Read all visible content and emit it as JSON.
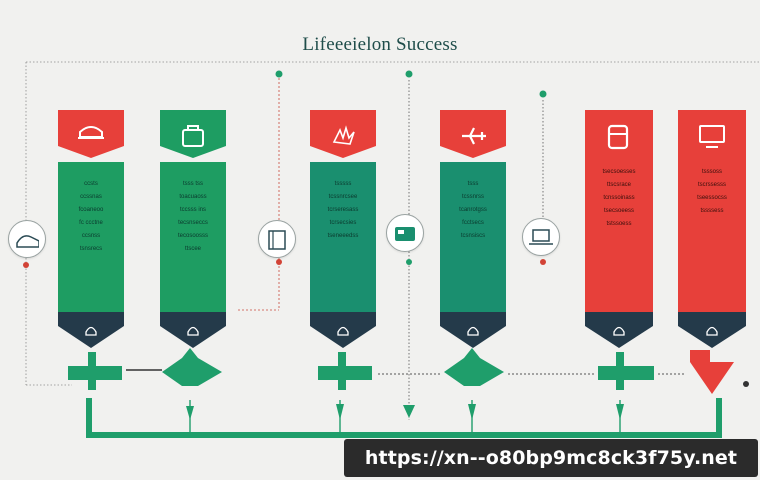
{
  "title": "Lifeeeielon Success",
  "watermark_url": "https://xn--o80bp9mc8ck3f75y.net",
  "colors": {
    "green": "#1e9d62",
    "teal": "#1a8f6f",
    "red": "#e7403a",
    "navy": "#243a4a",
    "line": "#1f9e6b"
  },
  "stages": [
    {
      "color": "green",
      "head_icon": "helmet-icon",
      "lines": [
        "ccsts",
        "ccssnas",
        "fcoaneoo",
        "fc ccctne",
        "ccsnss",
        "tsnsrecs"
      ]
    },
    {
      "color": "green",
      "head_icon": "bag-icon",
      "lines": [
        "tsss tss",
        "toacuaoss",
        "tccsss ins",
        "tecsnseccs",
        "tecosoosss",
        "ttscee"
      ]
    },
    {
      "color": "teal",
      "head_icon": "hands-icon",
      "lines": [
        "tsssss",
        "tcssnrcsee",
        "tcrseresass",
        "tcrsecsies",
        "tseneeedss"
      ]
    },
    {
      "color": "teal",
      "head_icon": "plane-icon",
      "lines": [
        "tsss",
        "tcssnrss",
        "tcanrotgss",
        "fcctsecs",
        "tcsnsiscs"
      ]
    },
    {
      "color": "red",
      "head_icon": "phone-icon",
      "lines": [
        "tsecsoesses",
        "ttscsrace",
        "tcnssoinass",
        "tsecsoeess",
        "tstssoess"
      ]
    },
    {
      "color": "red",
      "head_icon": "monitor-icon",
      "lines": [
        "tsssoss",
        "tscrssesss",
        "tseessocss",
        "tssssess"
      ]
    }
  ],
  "circles": [
    "shoe-icon",
    "notebook-icon",
    "radio-icon",
    "laptop-icon"
  ]
}
